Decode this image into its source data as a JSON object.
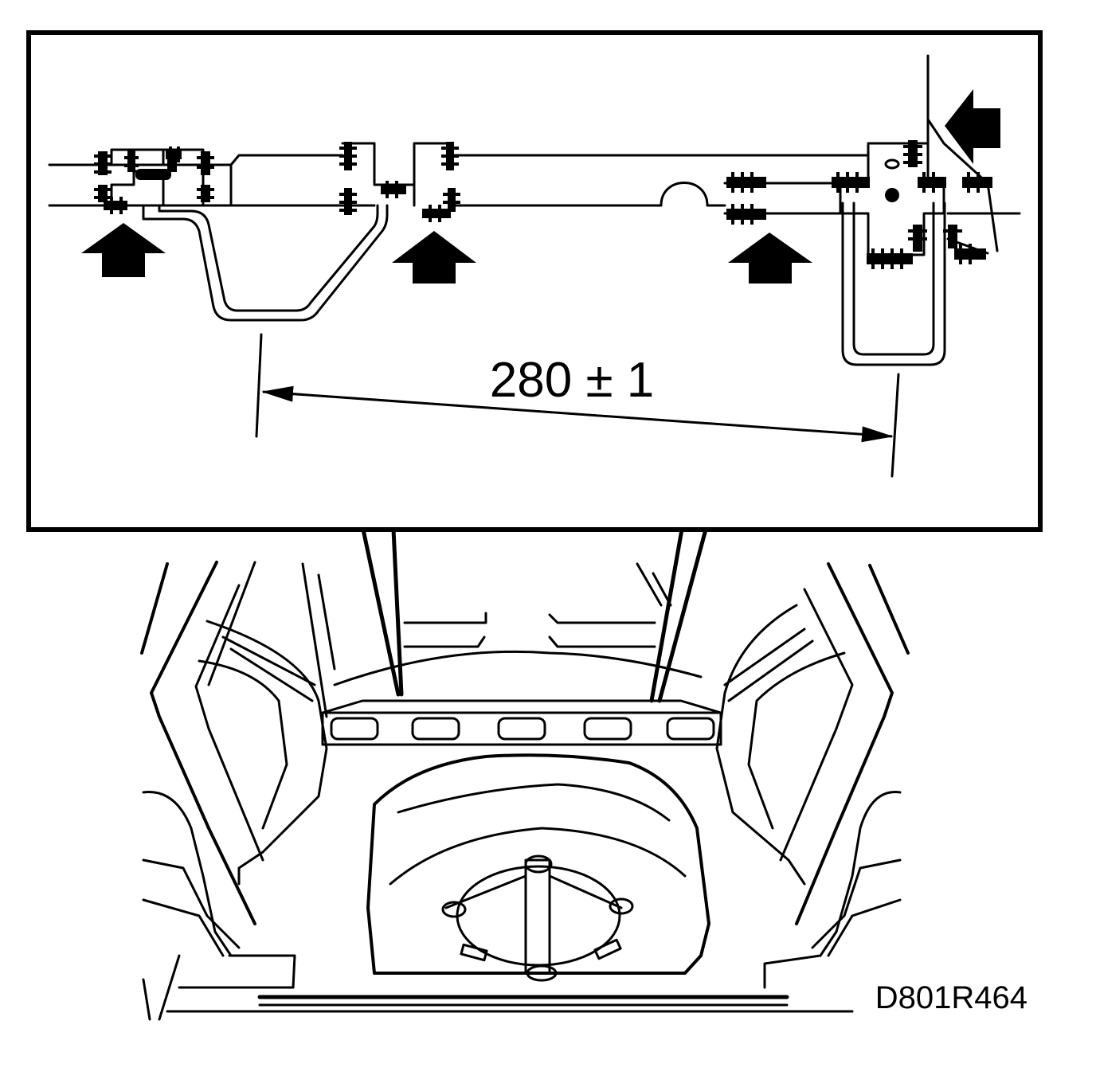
{
  "dimension": {
    "label": "280 ± 1"
  },
  "figure": {
    "code": "D801R464"
  },
  "colors": {
    "ink": "#000000",
    "paper": "#ffffff"
  },
  "icons": {
    "attachment_arrows": "solid-black-block-arrow",
    "dimension_arrows": "double-headed-arrow"
  }
}
